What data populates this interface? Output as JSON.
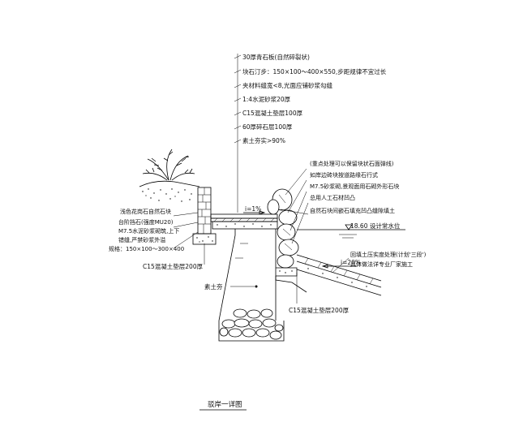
{
  "notes": {
    "top": [
      "30厚青石板(自然碎裂状)",
      "块石汀步：150×100～400×550,步距规律不宜过长",
      "夹材料缝宽<8,光面应铺砂浆勾缝",
      "1:4水泥砂浆20厚",
      "C15混凝土垫层100厚",
      "60厚碎石层100厚",
      "素土夯实>90%"
    ],
    "right_upper": [
      "(重点处理可以保留块状石面弹线)",
      "如岸边砖块按道路缘石行式",
      "M7.5砂浆砌,景观面用石砌外形石块",
      "总用人工石材凹凸",
      "自然石块间嵌石填充凹凸缝隙填土"
    ],
    "water_level": "18.60 设计常水位",
    "right_lower": [
      "回填土压实度处理(计划'三段')",
      "具体做法详专业厂家施工"
    ],
    "left": [
      "浅色花岗石自然石块",
      "台阶挡石(强度MU20)",
      "M7.5水泥砂浆砌筑,上下",
      "错缝,严禁砂浆外溢",
      "规格：150×100～300×400"
    ],
    "left_bottom": "C15混凝土垫层200厚",
    "center_bottom": "素土夯",
    "bottom_right": "C15混凝土垫层200厚",
    "slope_top": "i=1%",
    "slope_right": "i=20%",
    "caption": "驳岸一详图"
  },
  "colors": {
    "line": "#000000",
    "background": "#ffffff"
  }
}
